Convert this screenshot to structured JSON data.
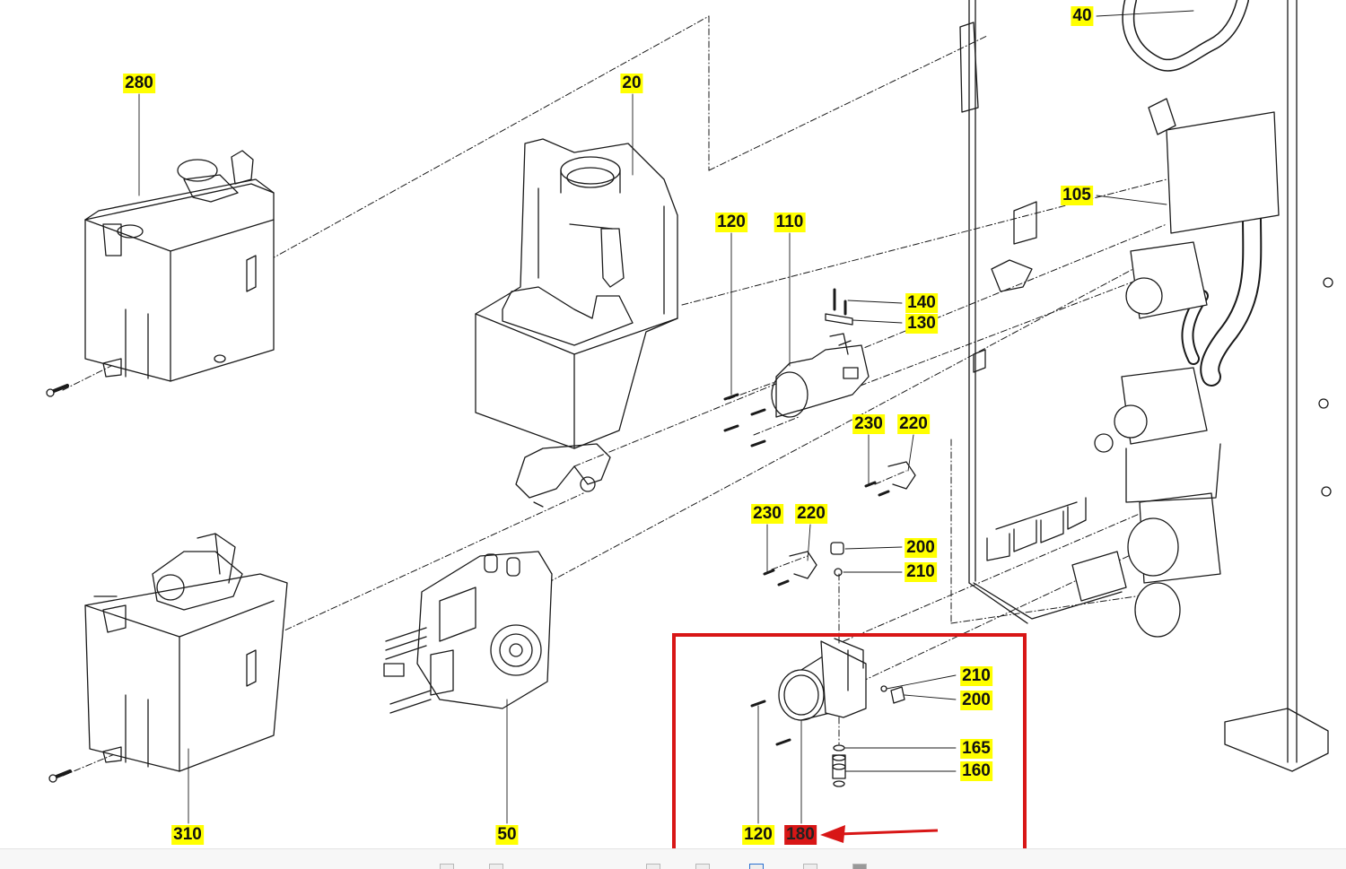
{
  "labels": {
    "l280": "280",
    "l20": "20",
    "l40": "40",
    "l105": "105",
    "l120a": "120",
    "l110": "110",
    "l140": "140",
    "l130": "130",
    "l230a": "230",
    "l220a": "220",
    "l230b": "230",
    "l220b": "220",
    "l200a": "200",
    "l210a": "210",
    "l210b": "210",
    "l200b": "200",
    "l165": "165",
    "l160": "160",
    "l120b": "120",
    "l180": "180",
    "l310": "310",
    "l50": "50"
  },
  "highlight": {
    "part": "180",
    "box_color": "#d81616",
    "arrow_color": "#d81616"
  },
  "colors": {
    "label_bg": "#ffff00",
    "line": "#1a1a1a",
    "highlight": "#d81616"
  },
  "toolbar": {
    "icons": [
      "undo-icon",
      "draw-icon",
      "image-icon",
      "grid-icon",
      "color-icon",
      "page-icon",
      "note-icon"
    ]
  }
}
